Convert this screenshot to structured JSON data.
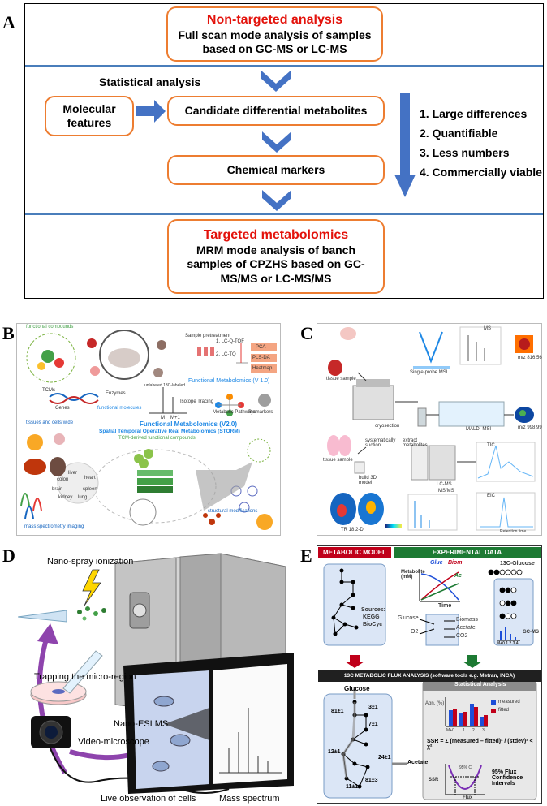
{
  "panelA": {
    "letter": "A",
    "box1_title": "Non-targeted analysis",
    "box1_text": "Full scan mode analysis of samples based on GC-MS or LC-MS",
    "statistical": "Statistical analysis",
    "molecular": "Molecular features",
    "candidate": "Candidate differential metabolites",
    "chemical": "Chemical markers",
    "criteria": [
      "1. Large differences",
      "2. Quantifiable",
      "3. Less numbers",
      "4. Commercially viable"
    ],
    "box3_title": "Targeted metabolomics",
    "box3_text": "MRM mode analysis of banch samples of CPZHS based on GC-MS/MS or LC-MS/MS",
    "colors": {
      "orange": "#ed7d31",
      "blue": "#4472c4",
      "red": "#e3120b"
    }
  },
  "panelB": {
    "letter": "B",
    "functional_compounds": "functional compounds",
    "sample_pretreatment": "Sample pretreatment",
    "lc_qtof": "1. LC-Q-TOF",
    "lc_tq": "2. LC-TQ",
    "pca": "PCA",
    "plsda": "PLS-DA",
    "heatmap": "Heatmap",
    "fm_v1": "Functional Metabolomics (V 1.0)",
    "tcms": "TCMs",
    "genes": "Genes",
    "enzymes": "Enzymes",
    "functional_molecules": "functional molecules",
    "unlabeled": "unlabeled 13C-labeled",
    "m": "M",
    "m1": "M+1",
    "isotope": "Isotope Tracing",
    "pathways": "Metabolic Pathways",
    "biomarkers": "Biomarkers",
    "tissues": "tissues and cells wide",
    "fm_v2": "Functional Metabolomics (V2.0)",
    "storm": "Spatial Temporal Operative Real Metabolomics (STORM)",
    "tcm_derived": "TCM-derived functional compounds",
    "msi": "mass spectrometry imaging",
    "structural": "structural modifications",
    "organs": [
      "liver",
      "heart",
      "colon",
      "brain",
      "spleen",
      "kidney",
      "lung"
    ]
  },
  "panelC": {
    "letter": "C",
    "tissue_sample": "tissue sample",
    "single_probe": "Single-probe MSI",
    "ms": "MS",
    "mz1": "m/z 816.56",
    "cryosection": "cryosection",
    "maldi": "MALDI-MSI",
    "mz2": "m/z 998.99",
    "tissue_sample2": "tissue sample",
    "systematically": "systematically suction",
    "extract": "extract metabolites",
    "build3d": "build 3D model",
    "lcms": "LC-MS",
    "tic": "TIC",
    "msms": "MS/MS",
    "eic": "EIC",
    "tr": "TR 18.2-D",
    "rt": "Retention time"
  },
  "panelD": {
    "letter": "D",
    "nano_spray": "Nano-spray ionization",
    "nano_esi": "Nano-ESI MS",
    "trapping": "Trapping the micro-region",
    "video": "Video-microscope",
    "live": "Live observation of cells",
    "mass_spectrum": "Mass spectrum"
  },
  "panelE": {
    "letter": "E",
    "metabolic_model": "METABOLIC MODEL",
    "experimental": "EXPERIMENTAL DATA",
    "sources": "Sources:",
    "kegg": "KEGG",
    "biocyc": "BioCyc",
    "metabolite": "Metabolite (mM)",
    "time": "Time",
    "gluc": "Gluc",
    "biom": "Biom",
    "ac": "Ac",
    "glucose_in": "Glucose",
    "o2": "O2",
    "biomass": "Biomass",
    "acetate": "Acetate",
    "co2": "CO2",
    "c13_glucose": "13C-Glucose",
    "gcms": "GC-MS",
    "mplus": "M+0 1 2 3 4",
    "mfa_title": "13C METABOLIC FLUX ANALYSIS (software tools e.g. Metran, INCA)",
    "glucose_top": "Glucose",
    "flux_labels": [
      "81±1",
      "3±1",
      "7±1",
      "12±1",
      "24±1",
      "81±3",
      "11±1"
    ],
    "acetate_out": "Acetate",
    "stat_title": "Statistical Analysis",
    "abn": "Abn. (%)",
    "measured": "measured",
    "fitted": "fitted",
    "mticks": [
      "M+0",
      "1",
      "2",
      "3"
    ],
    "ssr_eq": "SSR = Σ (measured – fitted)² / (stdev)² < χ²",
    "ssr": "SSR",
    "ci95": "95% CI",
    "flux": "Flux",
    "ci_text": "95% Flux Confidence Intervals",
    "colors": {
      "red_header": "#c0001a",
      "green_header": "#1d7a33",
      "dark_header": "#202020"
    }
  }
}
